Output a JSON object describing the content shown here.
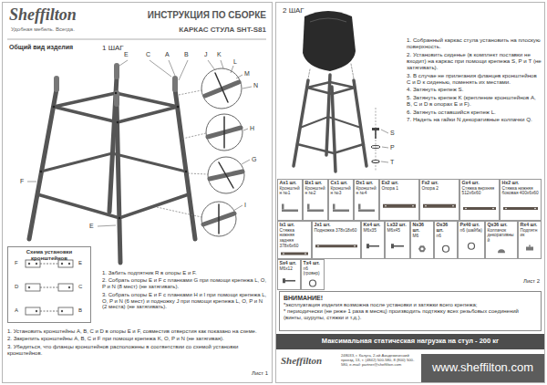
{
  "diagram": {
    "title": "ИНСТРУКЦИЯ ПО СБОРКЕ",
    "nodes": [
      {
        "text": [
          "Схема установки кронштейнов"
        ]
      },
      {
        "text": [
          "Ax1 шт.",
          "Кронштейн №1"
        ]
      },
      {
        "text": [
          "Bx1 шт.",
          "Кронштейн №2"
        ]
      },
      {
        "text": [
          "Cx1 шт.",
          "Кронштейн №3"
        ]
      },
      {
        "text": [
          "Dx1 шт.",
          "Кронштейн №4"
        ]
      },
      {
        "text": [
          "Ex2 шт.",
          "Опора 1"
        ]
      },
      {
        "text": [
          "Fx2 шт.",
          "Опора 2"
        ]
      },
      {
        "text": [
          "Gx4 шт.",
          "Стяжка верхняя 512x6x60"
        ]
      },
      {
        "text": [
          "Hx2 шт.",
          "Стяжка нижняя боковая 400x6x60"
        ]
      },
      {
        "text": [
          "Ix1 шт.",
          "Стяжка нижняя задняя 378x6x60"
        ]
      },
      {
        "text": [
          "Jx1 шт.",
          "Подножка 378x18x60"
        ]
      },
      {
        "text": [
          "Kx4 шт.",
          "M6x35"
        ]
      },
      {
        "text": [
          "Lx32 шт.",
          "M6x45"
        ]
      },
      {
        "text": [
          "Nx36 шт.",
          "M6"
        ]
      },
      {
        "text": [
          "Ox36 шт.",
          "n6"
        ]
      },
      {
        "text": [
          "Px40 шт.",
          "n6 (шайба)"
        ]
      },
      {
        "text": [
          "Qx36 шт.",
          "Колпачок декоративный"
        ]
      },
      {
        "text": [
          "Rx4 шт.",
          "Подпятник"
        ]
      },
      {
        "text": [
          "Sx4 шт.",
          "M6x12"
        ]
      },
      {
        "text": [
          "Tx4 шт.",
          "n6 (гровер)"
        ]
      },
      {
        "text": [
          "ВНИМАНИЕ!",
          "*эксплуатация изделия возможна после установки и затяжки всего крепежа;",
          "* периодически (не реже 1 раза в месяц) производить подтяжку всех резьбовых соединений (винты, шурупы, стяжки и т.д.)."
        ]
      },
      {
        "text": [
          "Максимальная статическая нагрузка на стул - 200 кг"
        ]
      },
      {
        "text": [
          "www.sheffilton.com"
        ]
      }
    ],
    "labels": [
      "Sheffilton",
      "Удобная мебель. Всегда.",
      "КАРКАС СТУЛА SHT-S81",
      "Общий вид изделия",
      "1 ШАГ",
      "E",
      "C",
      "A",
      "B",
      "J",
      "K",
      "L",
      "M",
      "N",
      "H",
      "G",
      "I",
      "F",
      "E",
      "F",
      "E",
      "D",
      "C",
      "A",
      "B",
      "1. Забить подпятник R в опоры E и F.",
      "2. Собрать опоры E и F с планками G при помощи крепежа L, O, P и N (8 мест) (не затягивать).",
      "3. Собрать опоры E и F с планками H и I при помощи крепежа L, O, P и N (6 мест) и подножку J при помощи крепежа L, O, P и N (2 места) (не затягивать).",
      "1. Установить кронштейны A, B, C и D в опоры E и F, совместив отверстия как показано на схеме.",
      "2. Закрепить кронштейны A, B, C и F при помощи крепежа K, O, P и N (не затягивая).",
      "3. Убедиться, что фланцы кронштейнов расположены в соответствии со схемой установки кронштейнов.",
      "Лист 1",
      "2 ШАГ",
      "1. Собранный каркас стула установить на плоскую поверхность.",
      "2. Установить сиденье (в комплект поставки не входит) на каркас при помощи крепежа S, P и T (не затягивать).",
      "3. В случае не прилегания фланцев кронштейнов C и D к сиденью, поменять их местами.",
      "4. Затянуть крепеж S.",
      "5. Затянуть крепеж K (крепление кронштейнов A, B, C и D в опорах E и F).",
      "6. Затянуть оставшийся крепеж L.",
      "7. Надеть на гайки N декоративные колпачки Q.",
      "S",
      "P",
      "T",
      "Лист 2",
      "Sheffilton",
      "248033, г. Калуга, 2-ой Академический проезд, 13, т. (4842) 500-580, 8 (800) 500-580, e-mail: partner@sheffilton.com"
    ]
  }
}
